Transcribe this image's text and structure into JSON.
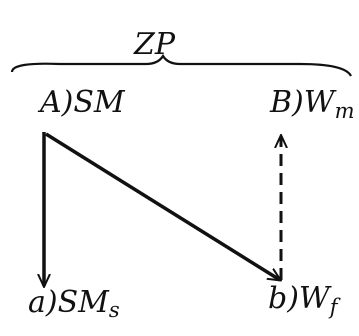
{
  "top_label": "ZP",
  "nodes": {
    "A": {
      "letter": "A)",
      "main": "SM",
      "sub": ""
    },
    "B": {
      "letter": "B)",
      "main": "W",
      "sub": "m"
    },
    "a": {
      "letter": "a)",
      "main": "SM",
      "sub": "s"
    },
    "b": {
      "letter": "b)",
      "main": "W",
      "sub": "f"
    }
  },
  "edges": [
    {
      "from": "A",
      "to": "a",
      "style": "solid"
    },
    {
      "from": "A",
      "to": "b",
      "style": "solid"
    },
    {
      "from": "b",
      "to": "B",
      "style": "dashed"
    }
  ],
  "colors": {
    "ink": "#111111",
    "background": "#ffffff"
  }
}
